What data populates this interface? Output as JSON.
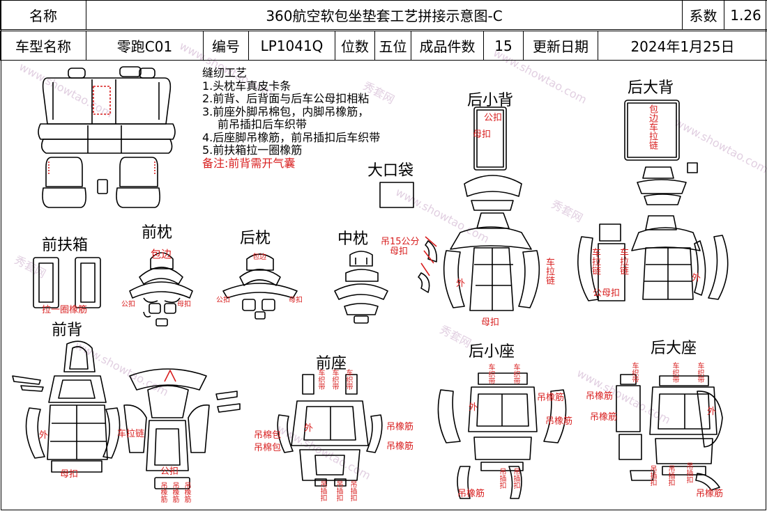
{
  "header": {
    "name_label": "名称",
    "title": "360航空软包坐垫套工艺拼接示意图-C",
    "coef_label": "系数",
    "coef_value": "1.26",
    "model_label": "车型名称",
    "model_value": "零跑C01",
    "code_label": "编号",
    "code_value": "LP1041Q",
    "seats_label": "位数",
    "seats_value": "五位",
    "pieces_label": "成品件数",
    "pieces_value": "15",
    "date_label": "更新日期",
    "date_value": "2024年1月25日"
  },
  "notes": {
    "title": "缝纫工艺",
    "lines": [
      "1.头枕车真皮卡条",
      "2.前背、后背面与后车公母扣相粘",
      "3.前座外脚吊棉包，内脚吊橡筋，",
      "  前吊插扣后车织带",
      "4.后座脚吊橡筋，前吊插扣后车织带",
      "5.前扶箱拉一圈橡筋"
    ],
    "remark": "备注:前背需开气囊"
  },
  "sections": {
    "big_bag": "大口袋",
    "front_armrest": "前扶箱",
    "front_headrest": "前枕",
    "rear_headrest": "后枕",
    "mid_headrest": "中枕",
    "rear_small_back": "后小背",
    "rear_big_back": "后大背",
    "front_back": "前背",
    "front_seat": "前座",
    "rear_small_seat": "后小座",
    "rear_big_seat": "后大座"
  },
  "annotations": {
    "wrap_edge": "包边",
    "male_buckle": "公扣",
    "female_buckle": "母扣",
    "male_female_buckle": "公母扣",
    "male_pair": "公母扣",
    "elastic_loop": "拉一圈橡筋",
    "hang_15": "吊15公分",
    "outer": "外",
    "car_zipper": "车拉链",
    "wrap_edge_zipper": "包边车拉链",
    "car_strap": "车织带",
    "hang_elastic": "吊橡筋",
    "hang_cotton": "吊棉包",
    "hang_clip": "吊插扣"
  },
  "watermark": {
    "text_cn": "秀套网",
    "text_url": "www.showtao.com"
  },
  "colors": {
    "annotation_red": "#d81e1e",
    "line": "#000000",
    "watermark": "#c9a9c9"
  }
}
